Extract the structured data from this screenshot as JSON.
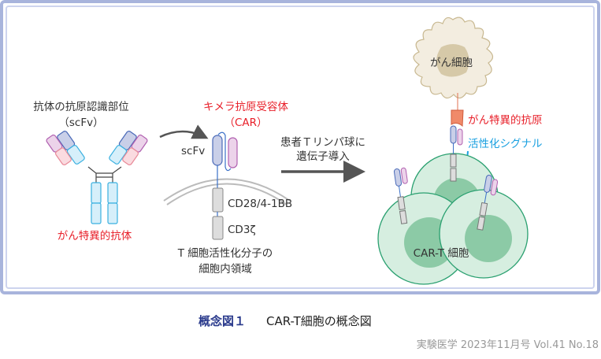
{
  "diagram": {
    "antibody_label_line1": "抗体の抗原認識部位",
    "antibody_label_line2": "（scFv）",
    "antibody_name": "がん特異的抗体",
    "car_label_line1": "キメラ抗原受容体",
    "car_label_line2": "（CAR）",
    "scfv_label": "scFv",
    "cd28_label": "CD28/4-1BB",
    "cd3_label": "CD3ζ",
    "intracellular_line1": "T 細胞活性化分子の",
    "intracellular_line2": "細胞内領域",
    "transfer_line1": "患者Ｔリンパ球に",
    "transfer_line2": "遺伝子導入",
    "cancer_cell": "がん細胞",
    "cancer_antigen": "がん特異的抗原",
    "activation_signal": "活性化シグナル",
    "car_t_cell": "CAR-T 細胞"
  },
  "caption": {
    "number": "概念図１",
    "title": "CAR-T細胞の概念図"
  },
  "footer": "実験医学 2023年11月号 Vol.41 No.18",
  "colors": {
    "frame": "#a8b4dc",
    "red": "#e8202a",
    "blue": "#1aa0e0",
    "navy": "#2a3a8c",
    "cell": "#d6eee0",
    "nucleus": "#8ccaa6"
  }
}
